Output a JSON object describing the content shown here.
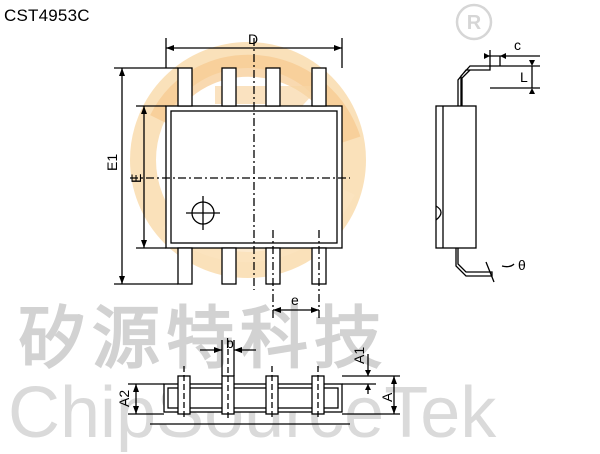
{
  "header": {
    "part_number": "CST4953C"
  },
  "watermark": {
    "company_cn": "矽源特科技",
    "company_en": "ChipSourceTek",
    "registered_symbol": "®",
    "logo_colors": [
      "#f6c989",
      "#fbe2b8",
      "#f5a96e"
    ]
  },
  "dimensions": {
    "D": "D",
    "E1": "E1",
    "E": "E",
    "e": "e",
    "b": "b",
    "c": "c",
    "L": "L",
    "theta": "θ",
    "A1": "A1",
    "A2": "A2",
    "A": "A"
  },
  "package": {
    "type": "SOP-8",
    "pins_per_side": 4
  }
}
